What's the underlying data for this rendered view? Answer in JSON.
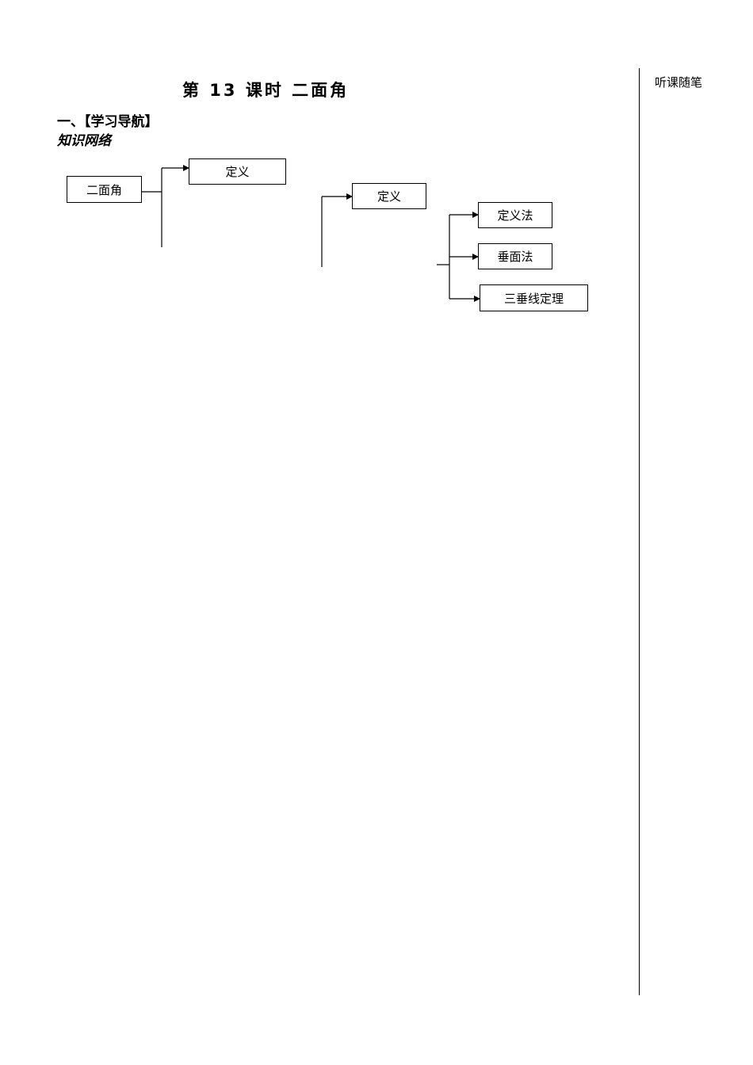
{
  "document": {
    "title": "第 13 课时  二面角",
    "section_heading": "一、【学习导航】",
    "subheading": "知识网络",
    "margin_label": "听课随笔"
  },
  "diagram": {
    "root": "二面角",
    "branch_definition": "定义",
    "sub_definition": "定义",
    "methods": [
      "定义法",
      "垂面法",
      "三垂线定理"
    ]
  }
}
